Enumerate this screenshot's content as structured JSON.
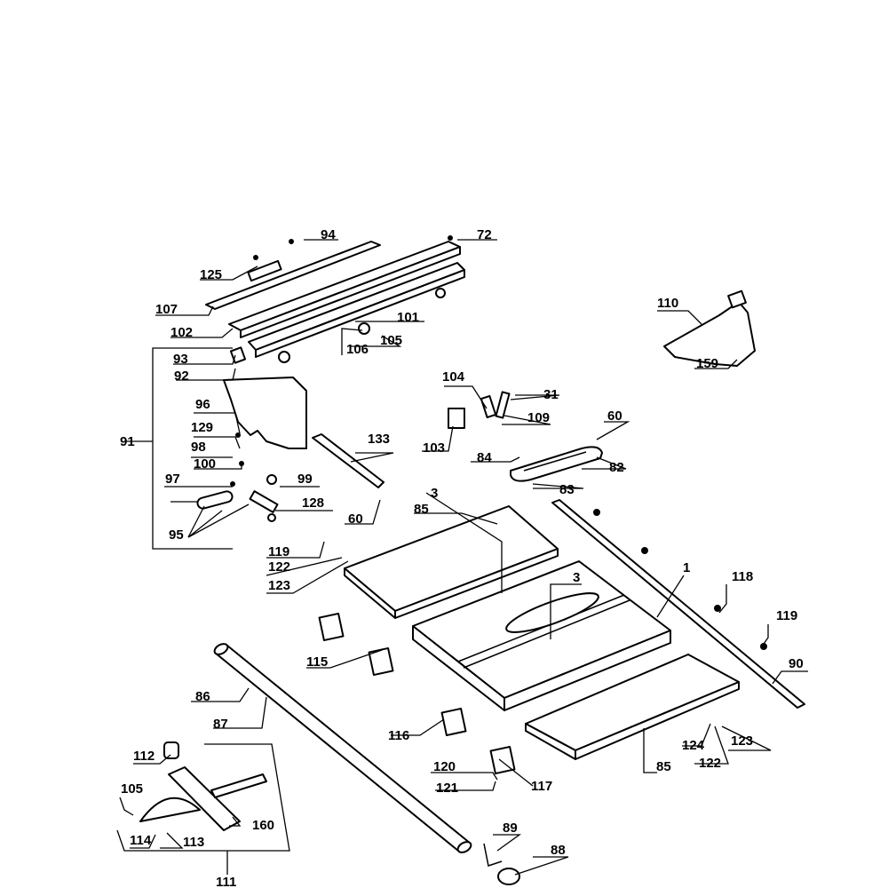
{
  "labels": {
    "l1": "1",
    "l3a": "3",
    "l3b": "3",
    "l31": "31",
    "l60a": "60",
    "l60b": "60",
    "l72": "72",
    "l82": "82",
    "l83": "83",
    "l84": "84",
    "l85a": "85",
    "l85b": "85",
    "l86": "86",
    "l87": "87",
    "l88": "88",
    "l89": "89",
    "l90": "90",
    "l91": "91",
    "l92": "92",
    "l93": "93",
    "l94": "94",
    "l95": "95",
    "l96": "96",
    "l97": "97",
    "l98": "98",
    "l99": "99",
    "l100": "100",
    "l101": "101",
    "l102": "102",
    "l103": "103",
    "l104": "104",
    "l105a": "105",
    "l105b": "105",
    "l106": "106",
    "l107": "107",
    "l109": "109",
    "l110": "110",
    "l111": "111",
    "l112": "112",
    "l113": "113",
    "l114": "114",
    "l115": "115",
    "l116": "116",
    "l117": "117",
    "l118": "118",
    "l119a": "119",
    "l119b": "119",
    "l120": "120",
    "l121": "121",
    "l122a": "122",
    "l122b": "122",
    "l123a": "123",
    "l123b": "123",
    "l124": "124",
    "l125": "125",
    "l128": "128",
    "l129": "129",
    "l133": "133",
    "l159": "159",
    "l160": "160"
  }
}
